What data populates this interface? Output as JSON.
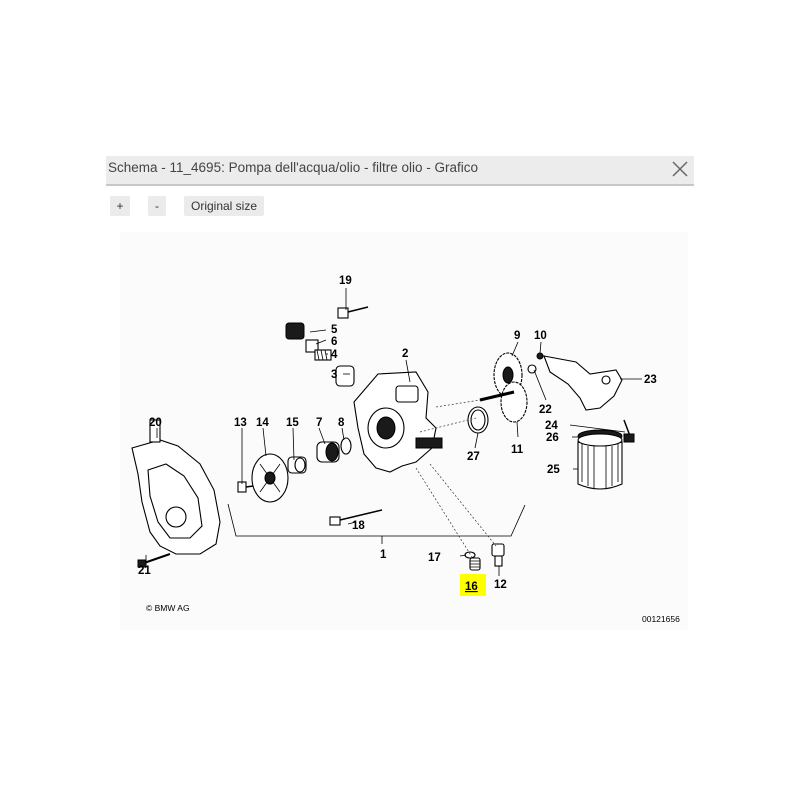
{
  "dialog": {
    "title": "Schema - 11_4695: Pompa dell'acqua/olio - filtre olio - Grafico",
    "close_icon": "close-icon"
  },
  "toolbar": {
    "zoom_in_label": "+",
    "zoom_out_label": "-",
    "original_size_label": "Original size"
  },
  "diagram": {
    "callouts": {
      "c1": "1",
      "c2": "2",
      "c4": "4",
      "c5": "5",
      "c6": "6",
      "c7": "7",
      "c8": "8",
      "c9": "9",
      "c10": "10",
      "c11": "11",
      "c12": "12",
      "c13": "13",
      "c14": "14",
      "c15": "15",
      "c16": "16",
      "c17": "17",
      "c18": "18",
      "c19": "19",
      "c20": "20",
      "c21": "21",
      "c22": "22",
      "c23": "23",
      "c24": "24",
      "c25": "25",
      "c26": "26",
      "c27": "27"
    },
    "highlighted_callout": "16",
    "highlight_color": "#ffff00",
    "copyright": "© BMW AG",
    "drawing_number": "00121656"
  }
}
